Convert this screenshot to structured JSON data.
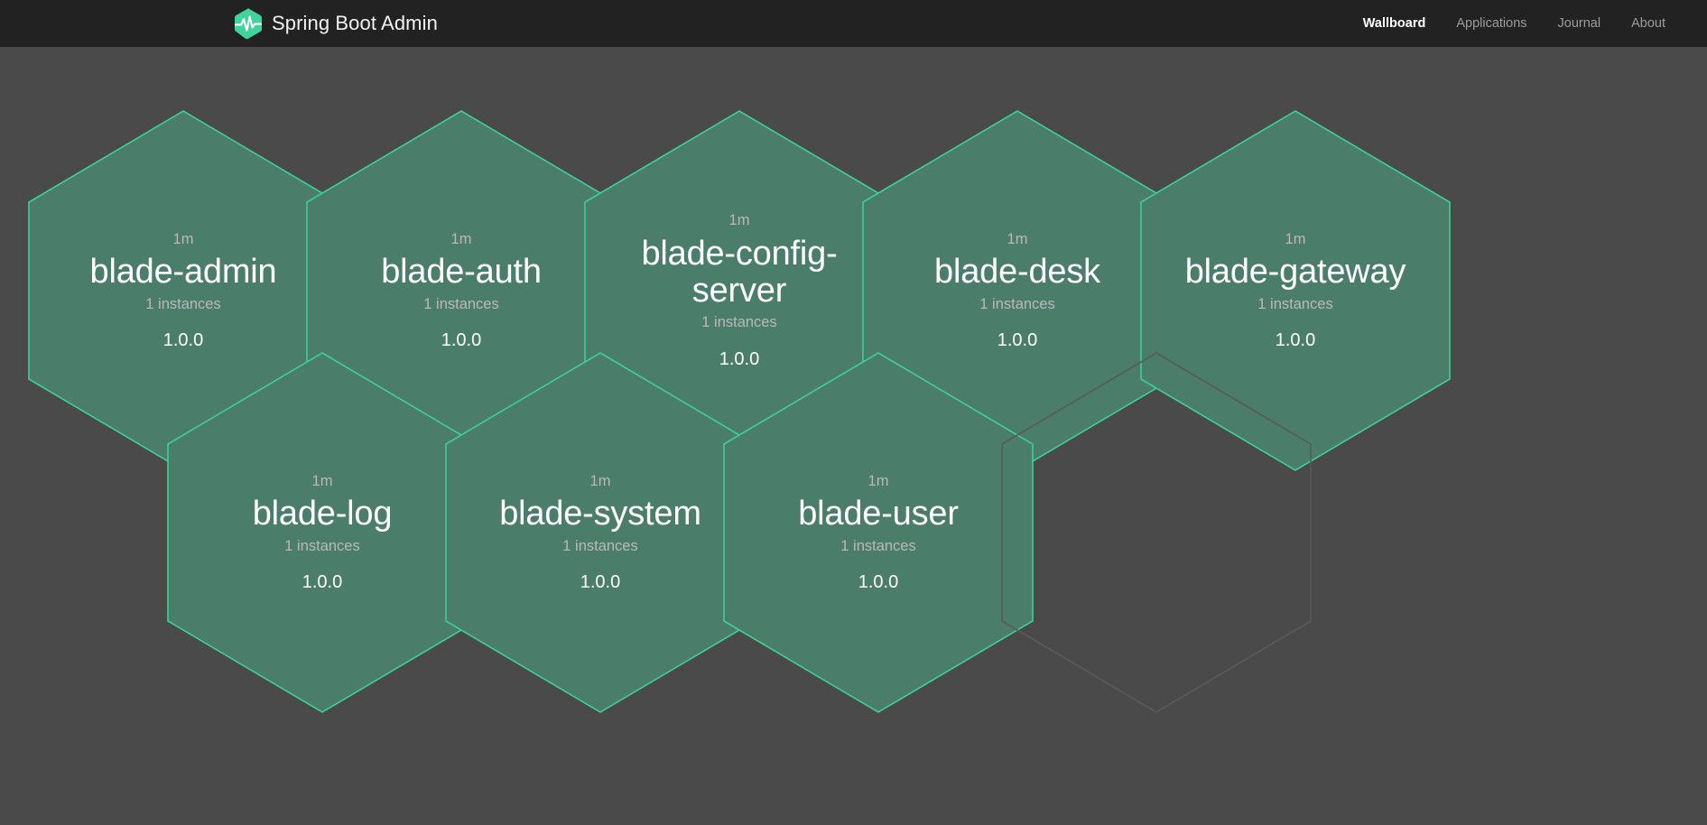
{
  "header": {
    "brand_title": "Spring Boot Admin",
    "logo_icon": "heartbeat-hexagon-icon",
    "logo_color": "#42d29d",
    "nav": [
      {
        "label": "Wallboard",
        "active": true
      },
      {
        "label": "Applications",
        "active": false
      },
      {
        "label": "Journal",
        "active": false
      },
      {
        "label": "About",
        "active": false
      }
    ]
  },
  "theme": {
    "background": "#4a4a4a",
    "header_background": "#222222",
    "hex_fill": "#4b7d6b",
    "hex_border": "#3ecf9a",
    "empty_hex_border": "#5a5a5a",
    "muted_text": "#b9b9b9",
    "primary_text": "#ffffff"
  },
  "wallboard": {
    "applications": [
      {
        "uptime": "1m",
        "name": "blade-admin",
        "instances": "1 instances",
        "version": "1.0.0",
        "status": "up",
        "row": 0,
        "col": 0
      },
      {
        "uptime": "1m",
        "name": "blade-auth",
        "instances": "1 instances",
        "version": "1.0.0",
        "status": "up",
        "row": 0,
        "col": 1
      },
      {
        "uptime": "1m",
        "name": "blade-config-server",
        "instances": "1 instances",
        "version": "1.0.0",
        "status": "up",
        "row": 0,
        "col": 2
      },
      {
        "uptime": "1m",
        "name": "blade-desk",
        "instances": "1 instances",
        "version": "1.0.0",
        "status": "up",
        "row": 0,
        "col": 3
      },
      {
        "uptime": "1m",
        "name": "blade-gateway",
        "instances": "1 instances",
        "version": "1.0.0",
        "status": "up",
        "row": 0,
        "col": 4
      },
      {
        "uptime": "1m",
        "name": "blade-log",
        "instances": "1 instances",
        "version": "1.0.0",
        "status": "up",
        "row": 1,
        "col": 0
      },
      {
        "uptime": "1m",
        "name": "blade-system",
        "instances": "1 instances",
        "version": "1.0.0",
        "status": "up",
        "row": 1,
        "col": 1
      },
      {
        "uptime": "1m",
        "name": "blade-user",
        "instances": "1 instances",
        "version": "1.0.0",
        "status": "up",
        "row": 1,
        "col": 2
      }
    ],
    "placeholders": [
      {
        "row": 1,
        "col": 3
      }
    ]
  }
}
